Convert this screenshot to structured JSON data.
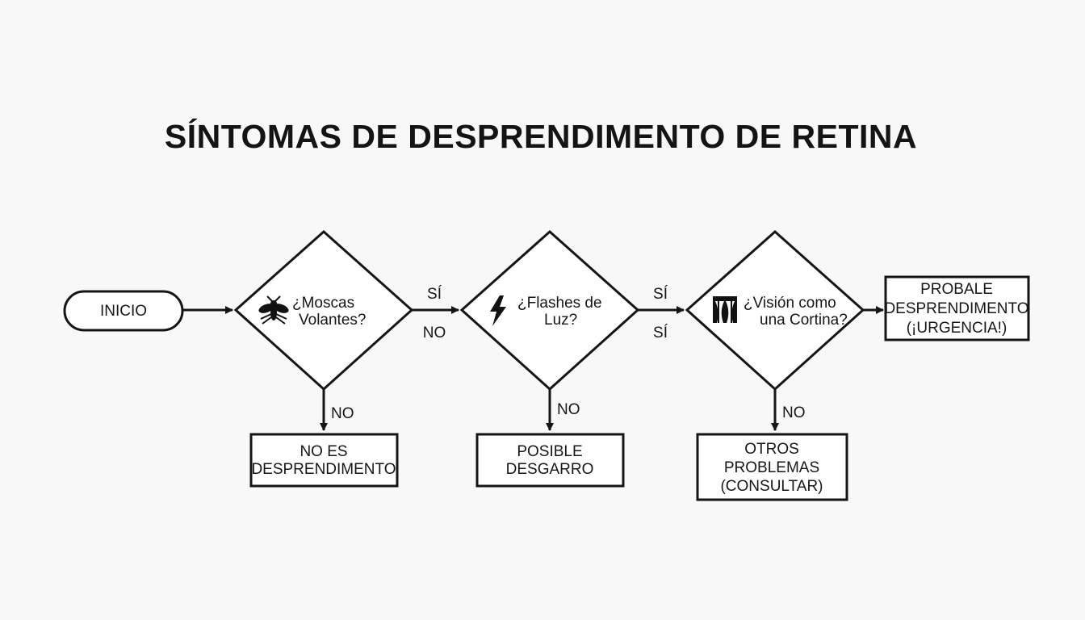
{
  "title": "SÍNTOMAS DE DESPRENDIMENTO DE RETINA",
  "nodes": {
    "start": {
      "label": "INICIO"
    },
    "q1": {
      "icon": "fly-icon",
      "lines": [
        "¿Moscas",
        "Volantes?"
      ]
    },
    "q2": {
      "icon": "lightning-icon",
      "lines": [
        "¿Flashes de",
        "Luz?"
      ]
    },
    "q3": {
      "icon": "curtain-icon",
      "lines": [
        "¿Visión como",
        "una Cortina?"
      ]
    },
    "r1": {
      "lines": [
        "NO ES",
        "DESPRENDIMENTO"
      ]
    },
    "r2": {
      "lines": [
        "POSIBLE",
        "DESGARRO"
      ]
    },
    "r3": {
      "lines": [
        "OTROS",
        "PROBLEMAS",
        "(CONSULTAR)"
      ]
    },
    "r4": {
      "lines": [
        "PROBALE",
        "DESPRENDIMENTO",
        "(¡URGENCIA!)"
      ]
    }
  },
  "edge_labels": {
    "q1_q2_yes": "SÍ",
    "q1_q2_no": "NO",
    "q2_q3_yes": "SÍ",
    "q2_q3_yes_2": "SÍ",
    "q1_r1": "NO",
    "q2_r2": "NO",
    "q3_r3": "NO"
  },
  "colors": {
    "stroke": "#151515",
    "background": "#f8f8f8",
    "fill": "#ffffff"
  }
}
